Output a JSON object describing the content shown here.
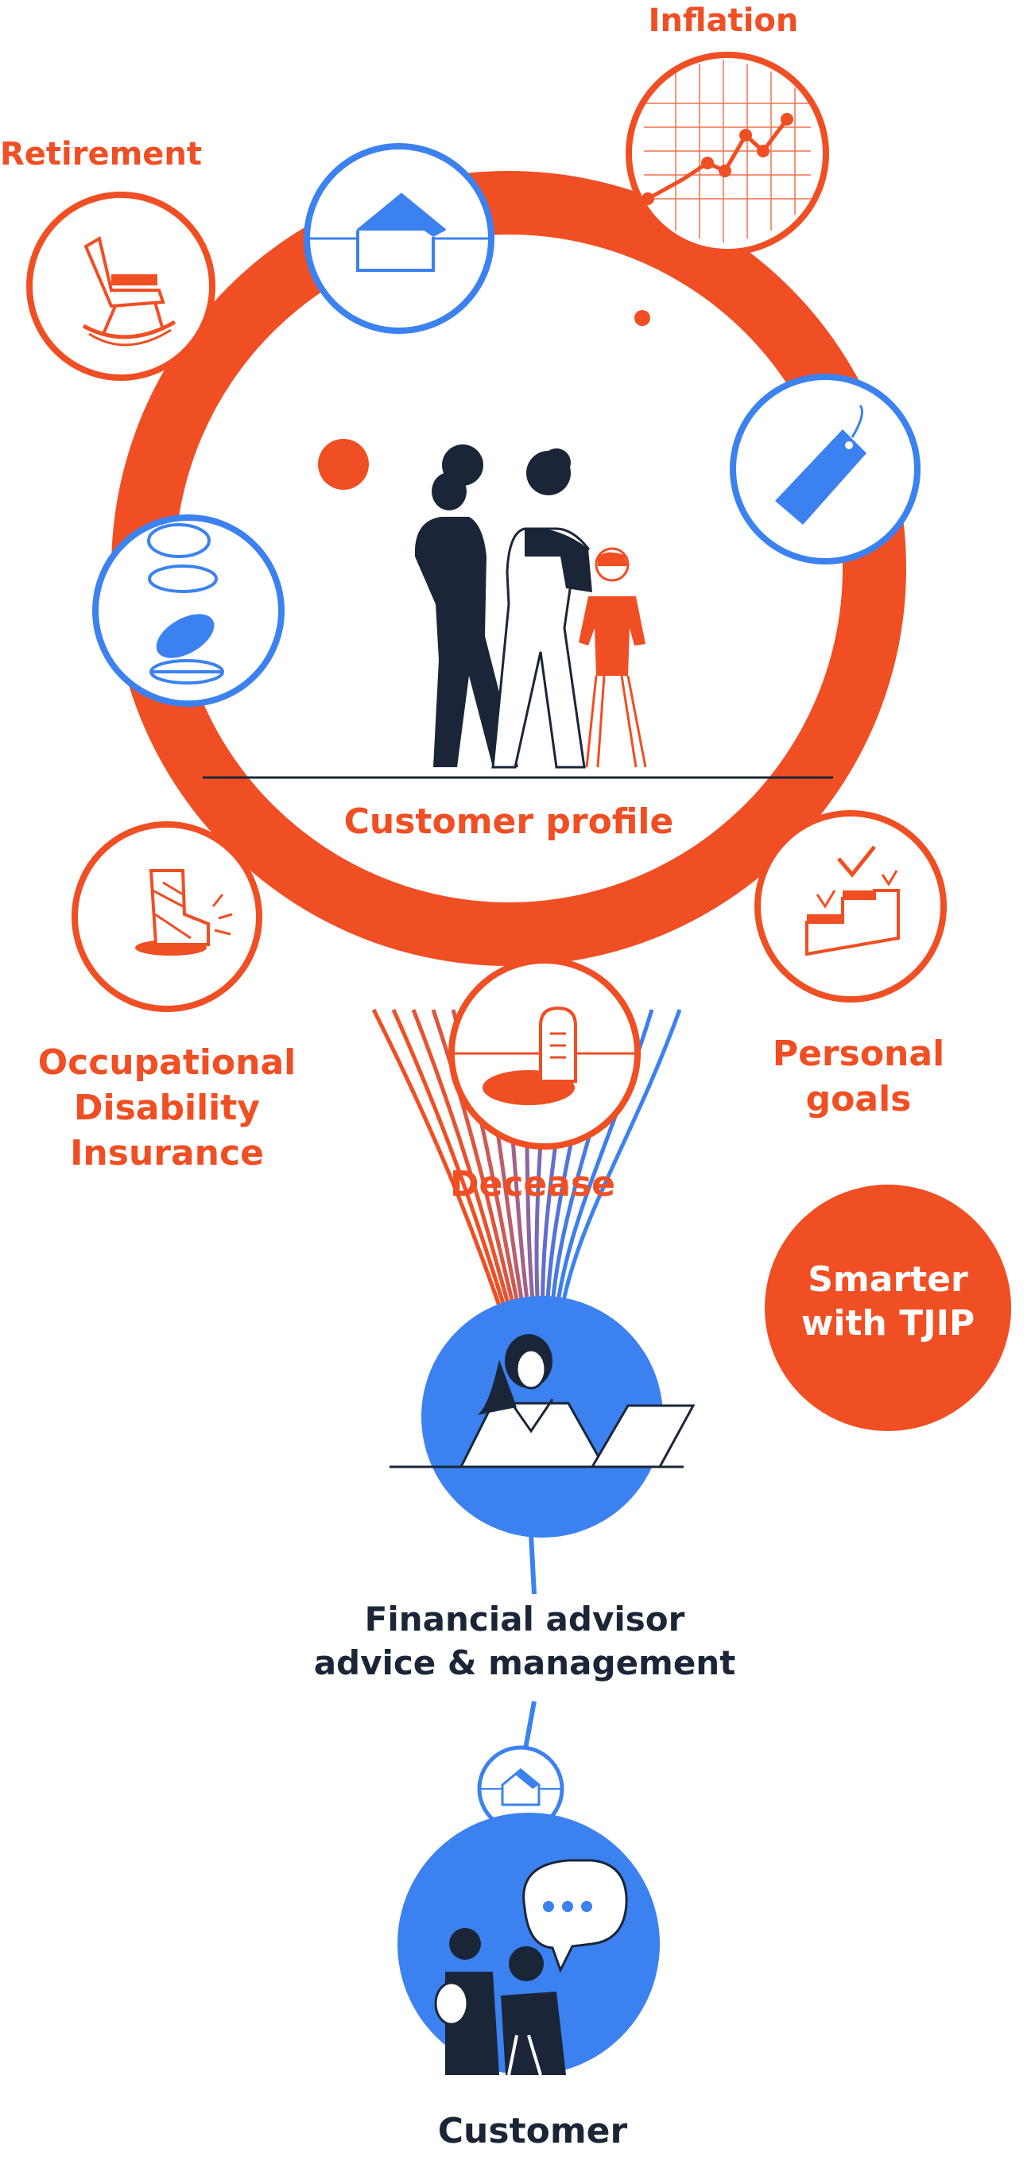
{
  "colors": {
    "orange": "#F04E23",
    "blue": "#3B82F0",
    "dark": "#1A2638",
    "white": "#FFFFFF"
  },
  "labels": {
    "inflation": "Inflation",
    "retirement": "Retirement",
    "customer_profile": "Customer profile",
    "occupational_1": "Occupational",
    "occupational_2": "Disability",
    "occupational_3": "Insurance",
    "personal_1": "Personal",
    "personal_2": "goals",
    "decease": "Decease",
    "smarter_1": "Smarter",
    "smarter_2": "with TJIP",
    "advisor_1": "Financial advisor",
    "advisor_2": "advice & management",
    "customer": "Customer"
  },
  "icons": [
    "inflation-chart-icon",
    "retirement-rocking-chair-icon",
    "home-icon",
    "price-tag-icon",
    "coins-icon",
    "broken-leg-cast-icon",
    "personal-goals-blocks-icon",
    "gravestone-icon",
    "advisor-laptop-icon",
    "small-home-icon",
    "customer-chat-icon"
  ]
}
